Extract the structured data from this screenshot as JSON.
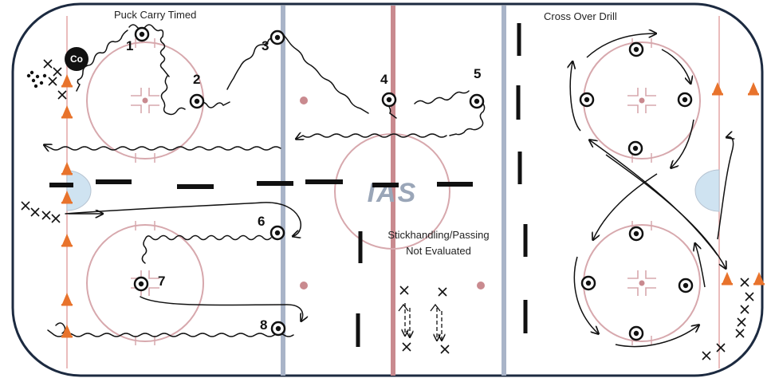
{
  "labels": {
    "left_title": "Puck Carry Timed",
    "right_title": "Cross Over Drill",
    "center_note_line1": "Stickhandling/Passing",
    "center_note_line2": "Not Evaluated",
    "coach": "Co",
    "logo": "IAS"
  },
  "stations": [
    "1",
    "2",
    "3",
    "4",
    "5",
    "6",
    "7",
    "8"
  ],
  "colors": {
    "boards": "#1c2a40",
    "red_line": "#c98a8f",
    "blue_line": "#a9b4c8",
    "circle": "#d7a8ad",
    "crease": "#cfe3f1",
    "cone": "#e8732c",
    "ink": "#111111"
  }
}
